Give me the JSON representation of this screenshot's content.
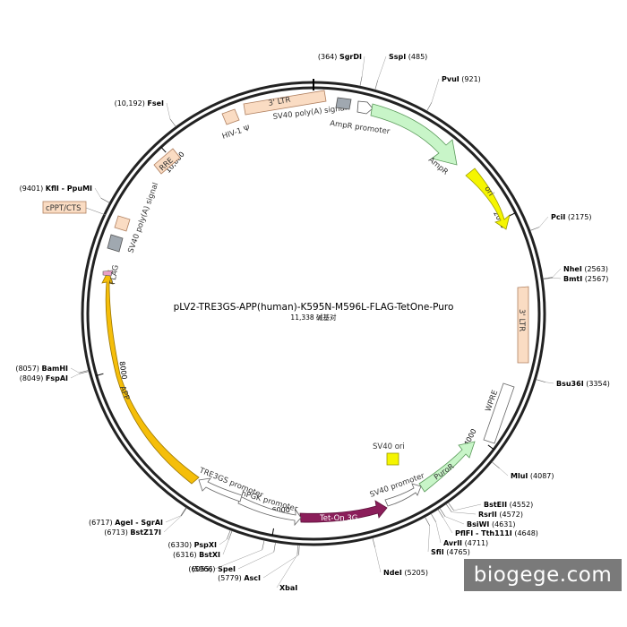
{
  "map": {
    "title": "pLV2-TRE3GS-APP(human)-K595N-M596L-FLAG-TetOne-Puro",
    "subtitle": "11,338 碱基对",
    "total_bp": 11338
  },
  "ticks": [
    {
      "bp": 2000,
      "label": "2000"
    },
    {
      "bp": 4000,
      "label": "4000"
    },
    {
      "bp": 6000,
      "label": "6000"
    },
    {
      "bp": 8000,
      "label": "8000"
    },
    {
      "bp": 10000,
      "label": "10,000"
    }
  ],
  "sites": [
    {
      "id": "sgrdi",
      "name": "SgrDI",
      "pos": "(364)",
      "bp": 364,
      "side": "left"
    },
    {
      "id": "sspi",
      "name": "SspI",
      "pos": "(485)",
      "bp": 485,
      "side": "right"
    },
    {
      "id": "pvui",
      "name": "PvuI",
      "pos": "(921)",
      "bp": 921,
      "side": "right"
    },
    {
      "id": "pcii",
      "name": "PciI",
      "pos": "(2175)",
      "bp": 2175,
      "side": "right"
    },
    {
      "id": "nhei",
      "name": "NheI",
      "pos": "(2563)",
      "bp": 2563,
      "side": "right"
    },
    {
      "id": "bmti",
      "name": "BmtI",
      "pos": "(2567)",
      "bp": 2567,
      "side": "right"
    },
    {
      "id": "bsu36i",
      "name": "Bsu36I",
      "pos": "(3354)",
      "bp": 3354,
      "side": "right"
    },
    {
      "id": "mlui",
      "name": "MluI",
      "pos": "(4087)",
      "bp": 4087,
      "side": "right"
    },
    {
      "id": "bsteii",
      "name": "BstEII",
      "pos": "(4552)",
      "bp": 4552,
      "side": "right"
    },
    {
      "id": "rsrii",
      "name": "RsrII",
      "pos": "(4572)",
      "bp": 4572,
      "side": "right"
    },
    {
      "id": "bsiwi",
      "name": "BsiWI",
      "pos": "(4631)",
      "bp": 4631,
      "side": "right"
    },
    {
      "id": "pflfi",
      "name": "PflFI - Tth111I",
      "pos": "(4648)",
      "bp": 4648,
      "side": "right"
    },
    {
      "id": "avrii",
      "name": "AvrII",
      "pos": "(4711)",
      "bp": 4711,
      "side": "right"
    },
    {
      "id": "sfii",
      "name": "SfiI",
      "pos": "(4765)",
      "bp": 4765,
      "side": "right"
    },
    {
      "id": "ndei",
      "name": "NdeI",
      "pos": "(5205)",
      "bp": 5205,
      "side": "right"
    },
    {
      "id": "xbai",
      "name": "XbaI",
      "pos": "",
      "bp": 5790,
      "side": "left"
    },
    {
      "id": "asci",
      "name": "AscI",
      "pos": "(5779)",
      "bp": 5779,
      "side": "left"
    },
    {
      "id": "spei",
      "name": "SpeI",
      "pos": "(5966)",
      "bp": 5966,
      "side": "left"
    },
    {
      "id": "spei-pos",
      "name": "",
      "pos": "(6055)",
      "bp": 6055,
      "side": "left"
    },
    {
      "id": "bstxi",
      "name": "BstXI",
      "pos": "(6316)",
      "bp": 6316,
      "side": "left"
    },
    {
      "id": "pspxi",
      "name": "PspXI",
      "pos": "(6330)",
      "bp": 6330,
      "side": "left"
    },
    {
      "id": "bstz17i",
      "name": "BstZ17I",
      "pos": "(6713)",
      "bp": 6713,
      "side": "left"
    },
    {
      "id": "agei",
      "name": "AgeI - SgrAI",
      "pos": "(6717)",
      "bp": 6717,
      "side": "left"
    },
    {
      "id": "fspai",
      "name": "FspAI",
      "pos": "(8049)",
      "bp": 8049,
      "side": "left"
    },
    {
      "id": "bamhi",
      "name": "BamHI",
      "pos": "(8057)",
      "bp": 8057,
      "side": "left"
    },
    {
      "id": "kfli",
      "name": "KflI - PpuMI",
      "pos": "(9401)",
      "bp": 9401,
      "side": "left"
    },
    {
      "id": "fsei",
      "name": "FseI",
      "pos": "(10,192)",
      "bp": 10192,
      "side": "left"
    }
  ],
  "features": {
    "ltr3_top": "3' LTR",
    "hiv1_psi": "HIV-1 Ψ",
    "sv40_polya_top": "SV40 poly(A) signal",
    "ampr_promoter": "AmpR promoter",
    "ampr": "AmpR",
    "ori": "ori",
    "ltr3_right": "3' LTR",
    "wpre": "WPRE",
    "sv40_ori": "SV40 ori",
    "puror": "PuroR",
    "sv40_promoter": "SV40 promoter",
    "teton3g": "Tet-On 3G",
    "hpgk_promoter": "hPGK promoter",
    "tre3gs_promoter": "TRE3GS promoter",
    "app": "APP",
    "flag": "FLAG",
    "sv40_polya_left": "SV40 poly(A) signal",
    "rre": "RRE",
    "cppt": "cPPT/CTS"
  },
  "colors": {
    "ampr": "#c8f5c8",
    "ori": "#f5f500",
    "app": "#f5be0a",
    "teton3g": "#8b1e5a",
    "puror": "#c8f5c8",
    "ltr": "#fadcc3",
    "signal": "#a0a8b0"
  },
  "watermark": "biogege.com"
}
